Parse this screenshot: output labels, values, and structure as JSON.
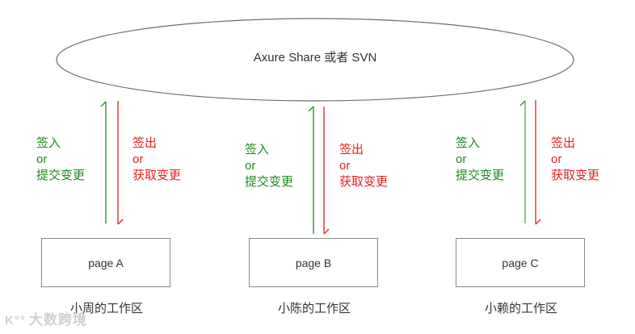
{
  "server": {
    "label": "Axure Share 或者 SVN"
  },
  "colors": {
    "checkin": "#1e8a1e",
    "checkout": "#e62020",
    "outline": "#6e6e6e",
    "text": "#333333"
  },
  "workspaces": [
    {
      "checkin": [
        "签入",
        "or",
        "提交变更"
      ],
      "checkout": [
        "签出",
        "or",
        "获取变更"
      ],
      "page": "page A",
      "owner": "小周的工作区"
    },
    {
      "checkin": [
        "签入",
        "or",
        "提交变更"
      ],
      "checkout": [
        "签出",
        "or",
        "获取变更"
      ],
      "page": "page B",
      "owner": "小陈的工作区"
    },
    {
      "checkin": [
        "签入",
        "or",
        "提交变更"
      ],
      "checkout": [
        "签出",
        "or",
        "获取变更"
      ],
      "page": "page C",
      "owner": "小赖的工作区"
    }
  ],
  "watermark": {
    "logo": "K°°",
    "text": "大数跨境"
  }
}
